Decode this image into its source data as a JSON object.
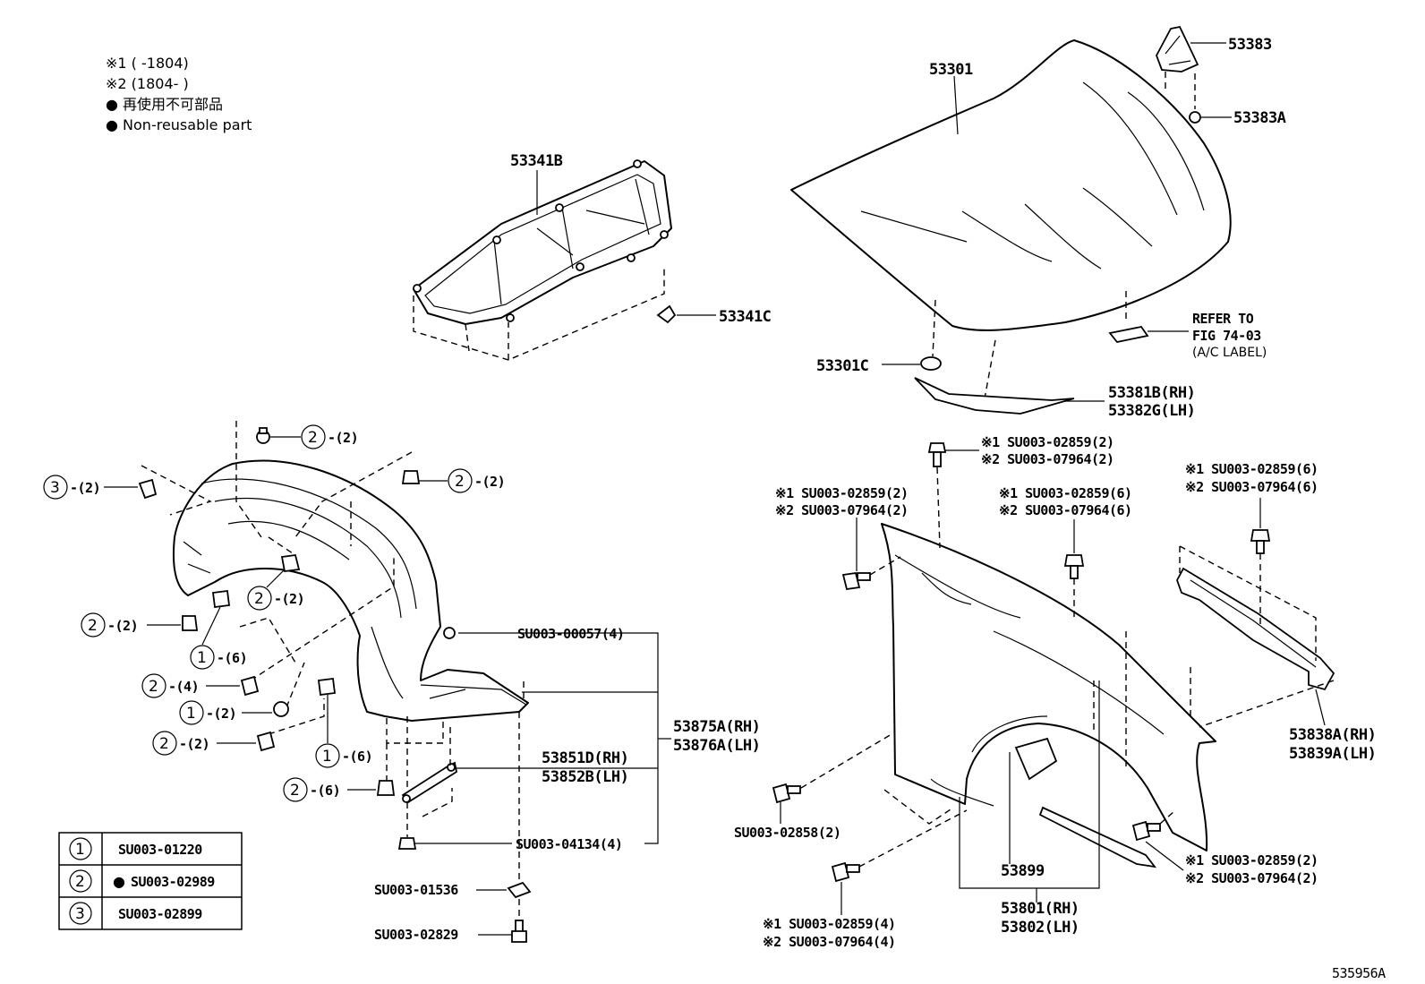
{
  "notes": {
    "line1": "※1 (      -1804)",
    "line2": "※2 (1804-      )",
    "line3": "● 再使用不可部品",
    "line4": "● Non-reusable part"
  },
  "labels": {
    "hood": "53301",
    "hood_stopper": "53383",
    "hood_stopper_clip": "53383A",
    "hood_insulator": "53341B",
    "insulator_clip": "53341C",
    "hood_cushion": "53301C",
    "refer_1": "REFER TO",
    "refer_2": "FIG 74-03",
    "refer_3": "(A/C LABEL)",
    "seal_rh": "53381B(RH)",
    "seal_lh": "53382G(LH)",
    "bolt_top_1": "※1 SU003-02859(2)",
    "bolt_top_2": "※2 SU003-07964(2)",
    "bolt_left_1": "※1 SU003-02859(2)",
    "bolt_left_2": "※2 SU003-07964(2)",
    "bolt_mid_1": "※1 SU003-02859(6)",
    "bolt_mid_2": "※2 SU003-07964(6)",
    "bolt_right_1": "※1 SU003-02859(6)",
    "bolt_right_2": "※2 SU003-07964(6)",
    "bracket_rh": "53838A(RH)",
    "bracket_lh": "53839A(LH)",
    "bolt_low_left": "SU003-02858(2)",
    "fender_seal": "53899",
    "fender_rh": "53801(RH)",
    "fender_lh": "53802(LH)",
    "bolt_br_1": "※1 SU003-02859(2)",
    "bolt_br_2": "※2 SU003-07964(2)",
    "bolt_bot_1": "※1 SU003-02859(4)",
    "bolt_bot_2": "※2 SU003-07964(4)",
    "liner_nut": "SU003-00057(4)",
    "liner_rh": "53875A(RH)",
    "liner_lh": "53876A(LH)",
    "brace_rh": "53851D(RH)",
    "brace_lh": "53852B(LH)",
    "liner_screw": "SU003-04134(4)",
    "nut_plate": "SU003-01536",
    "screw_bottom": "SU003-02829",
    "c2_top_qty": "-(2)",
    "c2_right_qty": "-(2)",
    "c3_qty": "-(2)",
    "c2_inner_qty": "-(2)",
    "c2_left_qty": "-(2)",
    "c1_inner_qty": "-(6)",
    "c2_four_qty": "-(4)",
    "c1_left_qty": "-(2)",
    "c2_low_qty": "-(2)",
    "c1_low_qty": "-(6)",
    "c2_six_qty": "-(6)",
    "fig_id": "535956A"
  },
  "circles": {
    "one": "1",
    "two": "2",
    "three": "3"
  },
  "legend": {
    "rows": [
      {
        "num": "1",
        "part": "SU003-01220",
        "non_reusable": false
      },
      {
        "num": "2",
        "part": "SU003-02989",
        "non_reusable": true
      },
      {
        "num": "3",
        "part": "SU003-02899",
        "non_reusable": false
      }
    ],
    "bullet": "●"
  }
}
